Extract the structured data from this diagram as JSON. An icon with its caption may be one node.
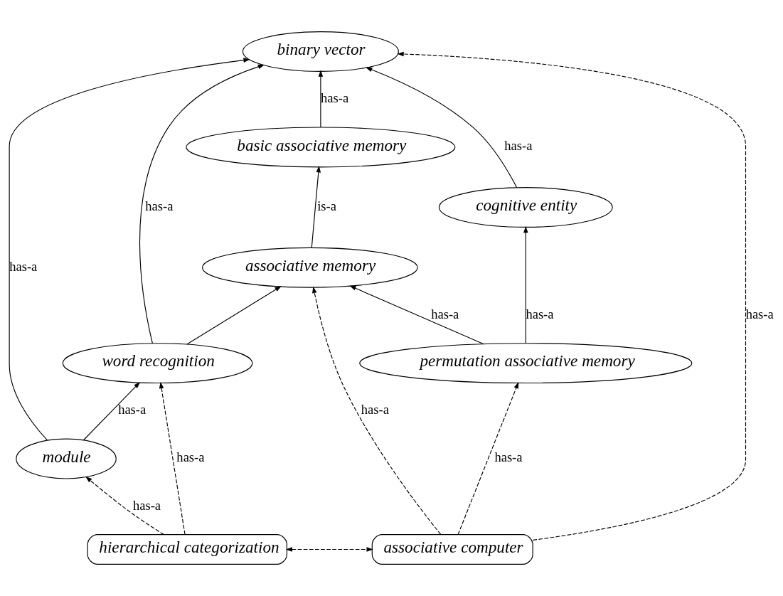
{
  "diagram": {
    "nodes": [
      {
        "text": [
          "basic associative memory"
        ]
      },
      {
        "text": [
          "binary vector"
        ]
      },
      {
        "text": [
          "associative memory"
        ]
      },
      {
        "text": [
          "cognitive entity"
        ]
      },
      {
        "text": [
          "word recognition"
        ]
      },
      {
        "text": [
          "permutation associative memory"
        ]
      },
      {
        "text": [
          "module"
        ]
      },
      {
        "text": [
          "hierarchical categorization"
        ]
      },
      {
        "text": [
          "associative computer"
        ]
      }
    ],
    "edges": [
      {
        "from": 0,
        "to": 1,
        "arrow": "to",
        "label": "has-a"
      },
      {
        "from": 2,
        "to": 0,
        "arrow": "to",
        "label": "is-a"
      },
      {
        "from": 3,
        "to": 1,
        "arrow": "to",
        "label": "has-a"
      },
      {
        "from": 4,
        "to": 1,
        "arrow": "to",
        "label": "has-a"
      },
      {
        "from": 4,
        "to": 2,
        "arrow": "to"
      },
      {
        "from": 5,
        "to": 2,
        "arrow": "to",
        "label": "has-a"
      },
      {
        "from": 5,
        "to": 3,
        "arrow": "to",
        "label": "has-a"
      },
      {
        "from": 6,
        "to": 4,
        "arrow": "to",
        "label": "has-a"
      },
      {
        "from": 6,
        "to": 1,
        "arrow": "to",
        "label": "has-a"
      },
      {
        "from": 7,
        "to": 4,
        "arrow": "to",
        "label": "has-a",
        "style": "dashed"
      },
      {
        "from": 7,
        "to": 6,
        "arrow": "to",
        "label": "has-a",
        "style": "dashed"
      },
      {
        "from": 8,
        "to": 1,
        "arrow": "to",
        "label": "has-a",
        "style": "dashed"
      },
      {
        "from": 8,
        "to": 2,
        "arrow": "to",
        "label": "has-a",
        "style": "dashed"
      },
      {
        "from": 8,
        "to": 5,
        "arrow": "to",
        "label": "has-a",
        "style": "dashed"
      },
      {
        "from": 7,
        "to": 8,
        "arrow": "both",
        "style": "dashed"
      }
    ]
  }
}
